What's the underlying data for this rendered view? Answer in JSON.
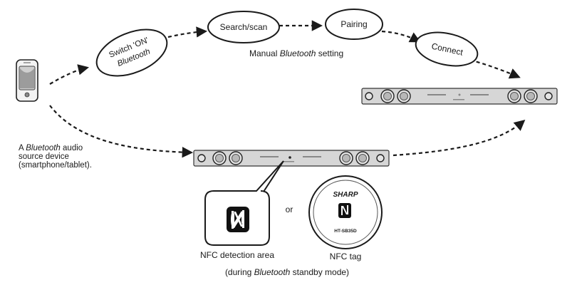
{
  "steps": {
    "switch_line1": "Switch 'ON'",
    "switch_line2": "Bluetooth",
    "search": "Search/scan",
    "pairing": "Pairing",
    "connect": "Connect"
  },
  "manual_label_prefix": "Manual ",
  "manual_label_italic": "Bluetooth",
  "manual_label_suffix": " setting",
  "source": {
    "line1_prefix": "A ",
    "line1_italic": "Bluetooth",
    "line1_suffix": " audio",
    "line2": "source device",
    "line3": "(smartphone/tablet)."
  },
  "or_text": "or",
  "nfc_area_label": "NFC detection area",
  "nfc_tag_label": "NFC tag",
  "tag_brand": "SHARP",
  "tag_model": "HT-SB35D",
  "standby_prefix": "(during ",
  "standby_italic": "Bluetooth",
  "standby_suffix": " standby mode)"
}
